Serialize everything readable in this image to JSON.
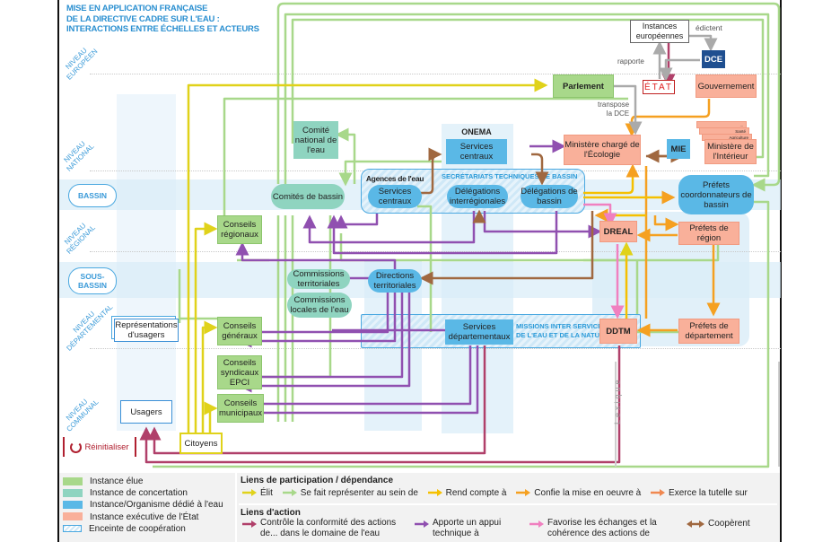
{
  "title": [
    "MISE EN APPLICATION FRANÇAISE",
    "DE LA DIRECTIVE CADRE SUR L'EAU :",
    "INTERACTIONS ENTRE ÉCHELLES ET ACTEURS"
  ],
  "levels": {
    "europeen": "NIVEAU\nEUROPÉEN",
    "national": "NIVEAU\nNATIONAL",
    "regional": "NIVEAU\nRÉGIONAL",
    "departemental": "NIVEAU\nDÉPARTEMENTAL",
    "communal": "NIVEAU\nCOMMUNAL"
  },
  "scales": {
    "bassin": "BASSIN",
    "sous_bassin": "SOUS-\nBASSIN"
  },
  "nodes": {
    "instances_europeennes": "Instances européennes",
    "dce": "DCE",
    "etat": "ÉTAT",
    "parlement": "Parlement",
    "gouvernement": "Gouvernement",
    "comite_national": "Comité national de l'eau",
    "onema": "ONEMA",
    "onema_services_centraux": "Services centraux",
    "ministere_ecologie": "Ministère chargé de l'Écologie",
    "mie": "MIE",
    "ministere_interieur": "Ministère de l'Intérieur",
    "ministere_sante": "Santé",
    "ministere_agriculture": "Agriculture",
    "ministere_more": "...",
    "comites_bassin": "Comités de bassin",
    "agences_eau": "Agences de l'eau",
    "agences_services_centraux": "Services centraux",
    "delegations_interregionales": "Délégations interrégionales",
    "delegations_bassin": "Délégations de bassin",
    "prefets_coordonnateurs": "Préfets coordonnateurs de bassin",
    "conseils_regionaux": "Conseils régionaux",
    "dreal": "DREAL",
    "prefets_region": "Préfets de région",
    "commissions_territoriales": "Commissions territoriales",
    "commissions_locales": "Commissions locales de l'eau",
    "directions_territoriales": "Directions territoriales",
    "representations_usagers": "Représentations d'usagers",
    "conseils_generaux": "Conseils généraux",
    "conseils_syndicaux": "Conseils syndicaux EPCI",
    "services_departementaux": "Services départementaux",
    "ddtm": "DDTM",
    "prefets_departement": "Préfets de département",
    "conseils_municipaux": "Conseils municipaux",
    "usagers": "Usagers",
    "citoyens": "Citoyens"
  },
  "enclosures": {
    "secretariats": "SECRÉTARIATS TECHNIQUES DE BASSIN",
    "missions": "MISSIONS INTER SERVICES\nDE L'EAU ET DE LA NATURE"
  },
  "edge_labels": {
    "edictent": "édictent",
    "rapporte": "rapporte",
    "transpose": "transpose\nla DCE"
  },
  "controls": {
    "reset": "Réinitialiser",
    "lexique": "Lexique"
  },
  "legend": {
    "types": [
      {
        "label": "Instance élue",
        "color": "#a8d88a"
      },
      {
        "label": "Instance de concertation",
        "color": "#8fd4c0"
      },
      {
        "label": "Instance/Organisme dédié à l'eau",
        "color": "#5ab8e6"
      },
      {
        "label": "Instance exécutive de l'État",
        "color": "#f9b09a"
      },
      {
        "label": "Enceinte de coopération",
        "color": "#cfe8f7"
      }
    ],
    "participation_title": "Liens de participation / dépendance",
    "participation": [
      {
        "label": "Élit",
        "color": "#e0d21a"
      },
      {
        "label": "Se fait représenter au sein de",
        "color": "#a8d88a"
      },
      {
        "label": "Rend compte à",
        "color": "#f5c000"
      },
      {
        "label": "Confie la mise en oeuvre à",
        "color": "#f5a020"
      },
      {
        "label": "Exerce la tutelle sur",
        "color": "#f08850"
      }
    ],
    "action_title": "Liens d'action",
    "action": [
      {
        "label": "Contrôle la conformité des actions de... dans le domaine de l'eau",
        "color": "#b0406a"
      },
      {
        "label": "Apporte un appui technique à",
        "color": "#9050b0"
      },
      {
        "label": "Favorise les échanges et la cohérence des actions de",
        "color": "#f080c0"
      },
      {
        "label": "Coopèrent",
        "color": "#a06840"
      }
    ]
  }
}
